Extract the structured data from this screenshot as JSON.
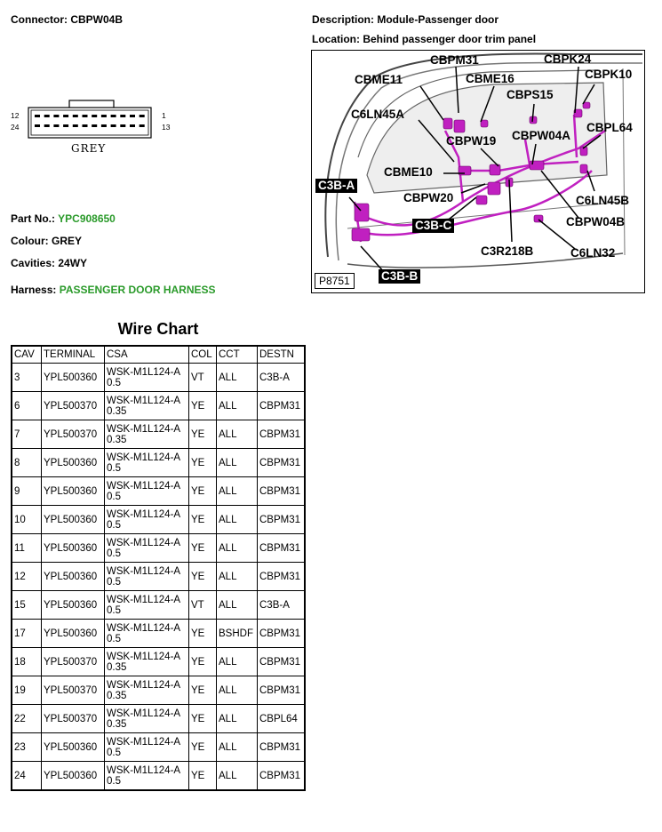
{
  "header": {
    "connector": "Connector: CBPW04B",
    "description": "Description: Module-Passenger door",
    "location": "Location: Behind passenger door trim panel"
  },
  "connector_face": {
    "pin_labels": {
      "top_left": "12",
      "bottom_left": "24",
      "top_right": "1",
      "bottom_right": "13"
    },
    "color_label": "GREY",
    "body_color": "#ffffff"
  },
  "details": {
    "part_no_label": "Part No.:",
    "part_no_value": "YPC908650",
    "colour": "Colour: GREY",
    "cavities": "Cavities: 24WY",
    "harness_label": "Harness:",
    "harness_value": "PASSENGER DOOR HARNESS",
    "value_color": "#2a9a2a"
  },
  "picture": {
    "id": "P8751",
    "harness_color": "#c020c0",
    "callouts": {
      "cbpm31": "CBPM31",
      "cbpk24": "CBPK24",
      "cbme11": "CBME11",
      "cbme16": "CBME16",
      "cbpk10": "CBPK10",
      "cbps15": "CBPS15",
      "c6ln45a": "C6LN45A",
      "cbpl64": "CBPL64",
      "cbpw19": "CBPW19",
      "cbpw04a": "CBPW04A",
      "cbme10": "CBME10",
      "c3b_a": "C3B-A",
      "c6ln45b": "C6LN45B",
      "cbpw20": "CBPW20",
      "c3b_c": "C3B-C",
      "cbpw04b": "CBPW04B",
      "c3r218b": "C3R218B",
      "c6ln32": "C6LN32",
      "c3b_b": "C3B-B"
    }
  },
  "wire_chart": {
    "title": "Wire Chart",
    "headers": [
      "CAV",
      "TERMINAL",
      "CSA",
      "COL",
      "CCT",
      "DESTN"
    ],
    "rows": [
      {
        "cav": "3",
        "terminal": "YPL500360",
        "csa1": "WSK-M1L124-A",
        "csa2": "0.5",
        "col": "VT",
        "cct": "ALL",
        "dest": "C3B-A"
      },
      {
        "cav": "6",
        "terminal": "YPL500370",
        "csa1": "WSK-M1L124-A",
        "csa2": "0.35",
        "col": "YE",
        "cct": "ALL",
        "dest": "CBPM31"
      },
      {
        "cav": "7",
        "terminal": "YPL500370",
        "csa1": "WSK-M1L124-A",
        "csa2": "0.35",
        "col": "YE",
        "cct": "ALL",
        "dest": "CBPM31"
      },
      {
        "cav": "8",
        "terminal": "YPL500360",
        "csa1": "WSK-M1L124-A",
        "csa2": "0.5",
        "col": "YE",
        "cct": "ALL",
        "dest": "CBPM31"
      },
      {
        "cav": "9",
        "terminal": "YPL500360",
        "csa1": "WSK-M1L124-A",
        "csa2": "0.5",
        "col": "YE",
        "cct": "ALL",
        "dest": "CBPM31"
      },
      {
        "cav": "10",
        "terminal": "YPL500360",
        "csa1": "WSK-M1L124-A",
        "csa2": "0.5",
        "col": "YE",
        "cct": "ALL",
        "dest": "CBPM31"
      },
      {
        "cav": "11",
        "terminal": "YPL500360",
        "csa1": "WSK-M1L124-A",
        "csa2": "0.5",
        "col": "YE",
        "cct": "ALL",
        "dest": "CBPM31"
      },
      {
        "cav": "12",
        "terminal": "YPL500360",
        "csa1": "WSK-M1L124-A",
        "csa2": "0.5",
        "col": "YE",
        "cct": "ALL",
        "dest": "CBPM31"
      },
      {
        "cav": "15",
        "terminal": "YPL500360",
        "csa1": "WSK-M1L124-A",
        "csa2": "0.5",
        "col": "VT",
        "cct": "ALL",
        "dest": "C3B-A"
      },
      {
        "cav": "17",
        "terminal": "YPL500360",
        "csa1": "WSK-M1L124-A",
        "csa2": "0.5",
        "col": "YE",
        "cct": "BSHDF",
        "dest": "CBPM31"
      },
      {
        "cav": "18",
        "terminal": "YPL500370",
        "csa1": "WSK-M1L124-A",
        "csa2": "0.35",
        "col": "YE",
        "cct": "ALL",
        "dest": "CBPM31"
      },
      {
        "cav": "19",
        "terminal": "YPL500370",
        "csa1": "WSK-M1L124-A",
        "csa2": "0.35",
        "col": "YE",
        "cct": "ALL",
        "dest": "CBPM31"
      },
      {
        "cav": "22",
        "terminal": "YPL500370",
        "csa1": "WSK-M1L124-A",
        "csa2": "0.35",
        "col": "YE",
        "cct": "ALL",
        "dest": "CBPL64"
      },
      {
        "cav": "23",
        "terminal": "YPL500360",
        "csa1": "WSK-M1L124-A",
        "csa2": "0.5",
        "col": "YE",
        "cct": "ALL",
        "dest": "CBPM31"
      },
      {
        "cav": "24",
        "terminal": "YPL500360",
        "csa1": "WSK-M1L124-A",
        "csa2": "0.5",
        "col": "YE",
        "cct": "ALL",
        "dest": "CBPM31"
      }
    ]
  }
}
